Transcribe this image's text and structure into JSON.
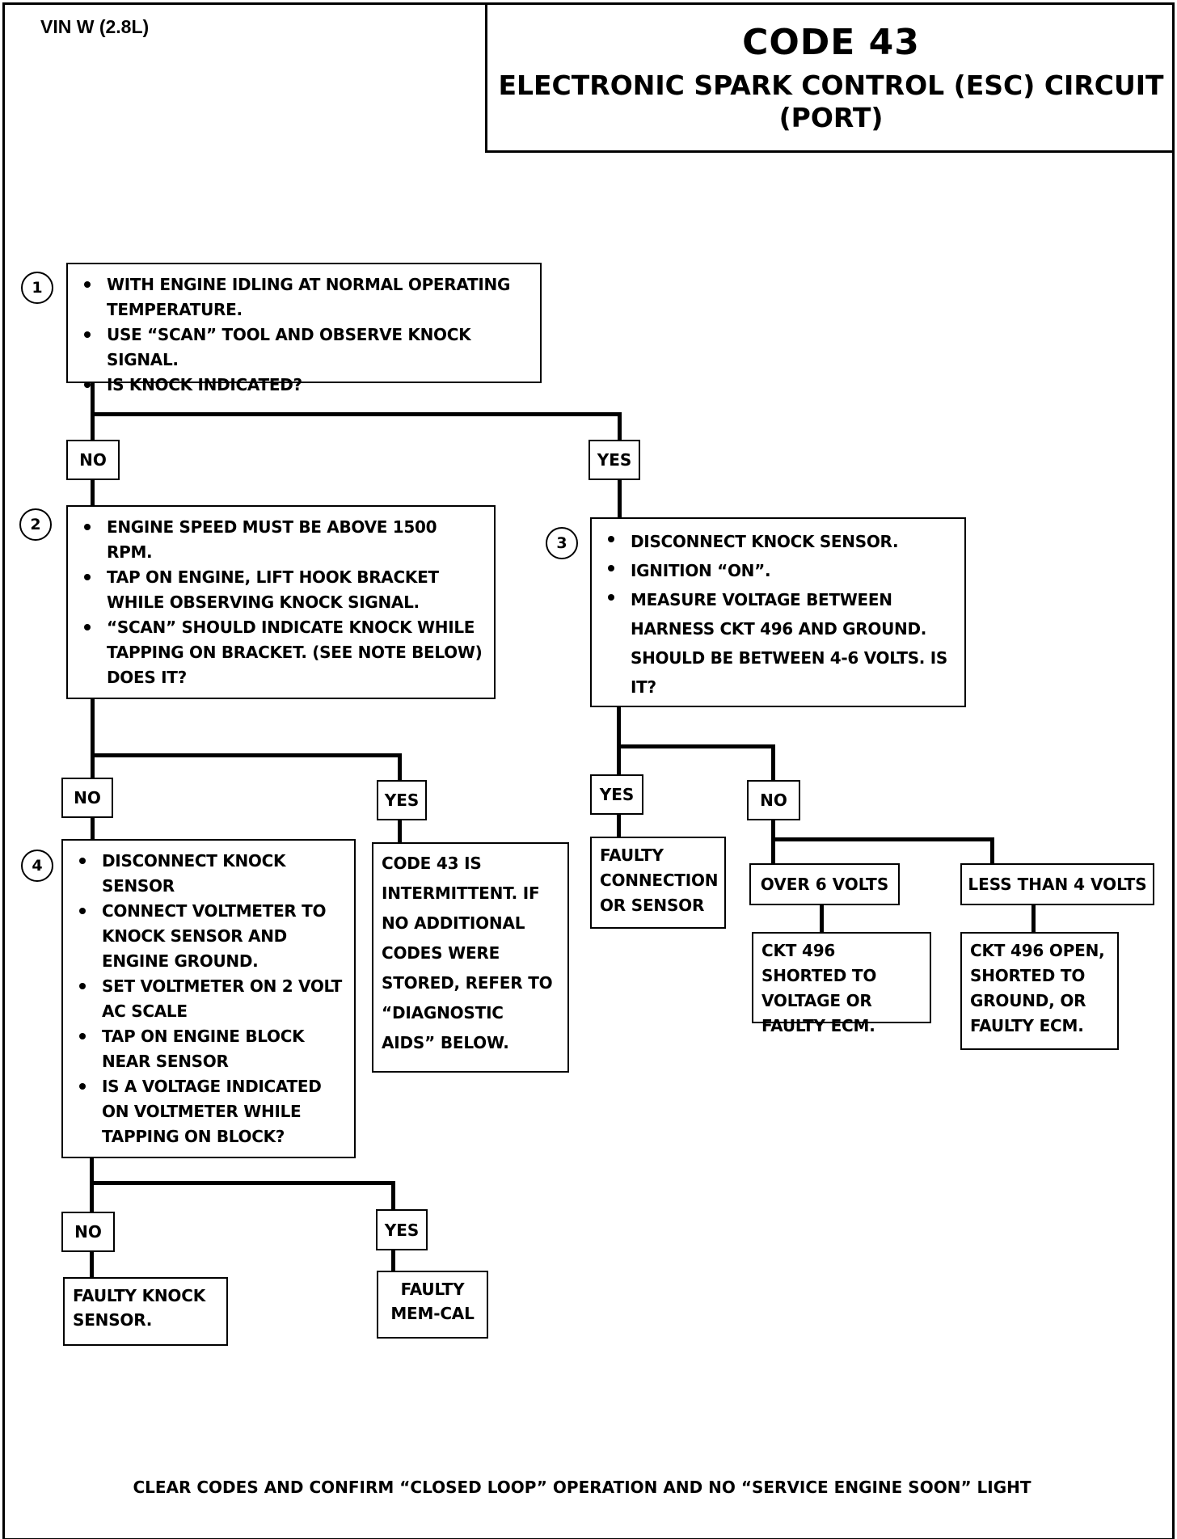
{
  "header": {
    "vin": "VIN W (2.8L)",
    "code": "CODE 43",
    "title_line1": "ELECTRONIC SPARK CONTROL (ESC) CIRCUIT",
    "title_line2": "(PORT)"
  },
  "steps": {
    "step1": {
      "number": "1",
      "items": [
        "WITH ENGINE IDLING AT NORMAL OPERATING TEMPERATURE.",
        "USE “SCAN” TOOL AND OBSERVE KNOCK SIGNAL.",
        "IS KNOCK INDICATED?"
      ]
    },
    "step2": {
      "number": "2",
      "items": [
        "ENGINE SPEED MUST BE ABOVE 1500 RPM.",
        "TAP ON ENGINE, LIFT HOOK BRACKET WHILE OBSERVING KNOCK SIGNAL.",
        "“SCAN” SHOULD INDICATE KNOCK WHILE TAPPING ON BRACKET. (SEE NOTE BELOW)"
      ],
      "tail": "DOES IT?"
    },
    "step3": {
      "number": "3",
      "items": [
        "DISCONNECT KNOCK SENSOR.",
        "IGNITION “ON”.",
        "MEASURE VOLTAGE BETWEEN HARNESS CKT 496 AND GROUND. SHOULD BE BETWEEN 4-6 VOLTS. IS IT?"
      ]
    },
    "step4": {
      "number": "4",
      "items": [
        "DISCONNECT KNOCK SENSOR",
        "CONNECT VOLTMETER TO KNOCK SENSOR AND ENGINE GROUND.",
        "SET VOLTMETER ON 2 VOLT AC SCALE",
        "TAP ON ENGINE BLOCK NEAR SENSOR",
        "IS A VOLTAGE INDICATED ON VOLTMETER WHILE TAPPING ON BLOCK?"
      ]
    }
  },
  "labels": {
    "no": "NO",
    "yes": "YES",
    "over6": "OVER 6 VOLTS",
    "less4": "LESS THAN 4 VOLTS"
  },
  "results": {
    "intermittent": "CODE 43 IS INTERMITTENT. IF NO ADDITIONAL CODES WERE STORED, REFER TO “DIAGNOSTIC AIDS” BELOW.",
    "faulty_connection": "FAULTY CONNECTION OR SENSOR",
    "shorted_voltage": "CKT 496 SHORTED TO VOLTAGE OR FAULTY ECM.",
    "open_shorted_ground": "CKT 496 OPEN, SHORTED TO GROUND, OR FAULTY ECM.",
    "faulty_knock_sensor": "FAULTY KNOCK SENSOR.",
    "faulty_memcal": "FAULTY MEM-CAL"
  },
  "footer": "CLEAR CODES AND CONFIRM “CLOSED LOOP” OPERATION AND NO “SERVICE ENGINE SOON” LIGHT"
}
